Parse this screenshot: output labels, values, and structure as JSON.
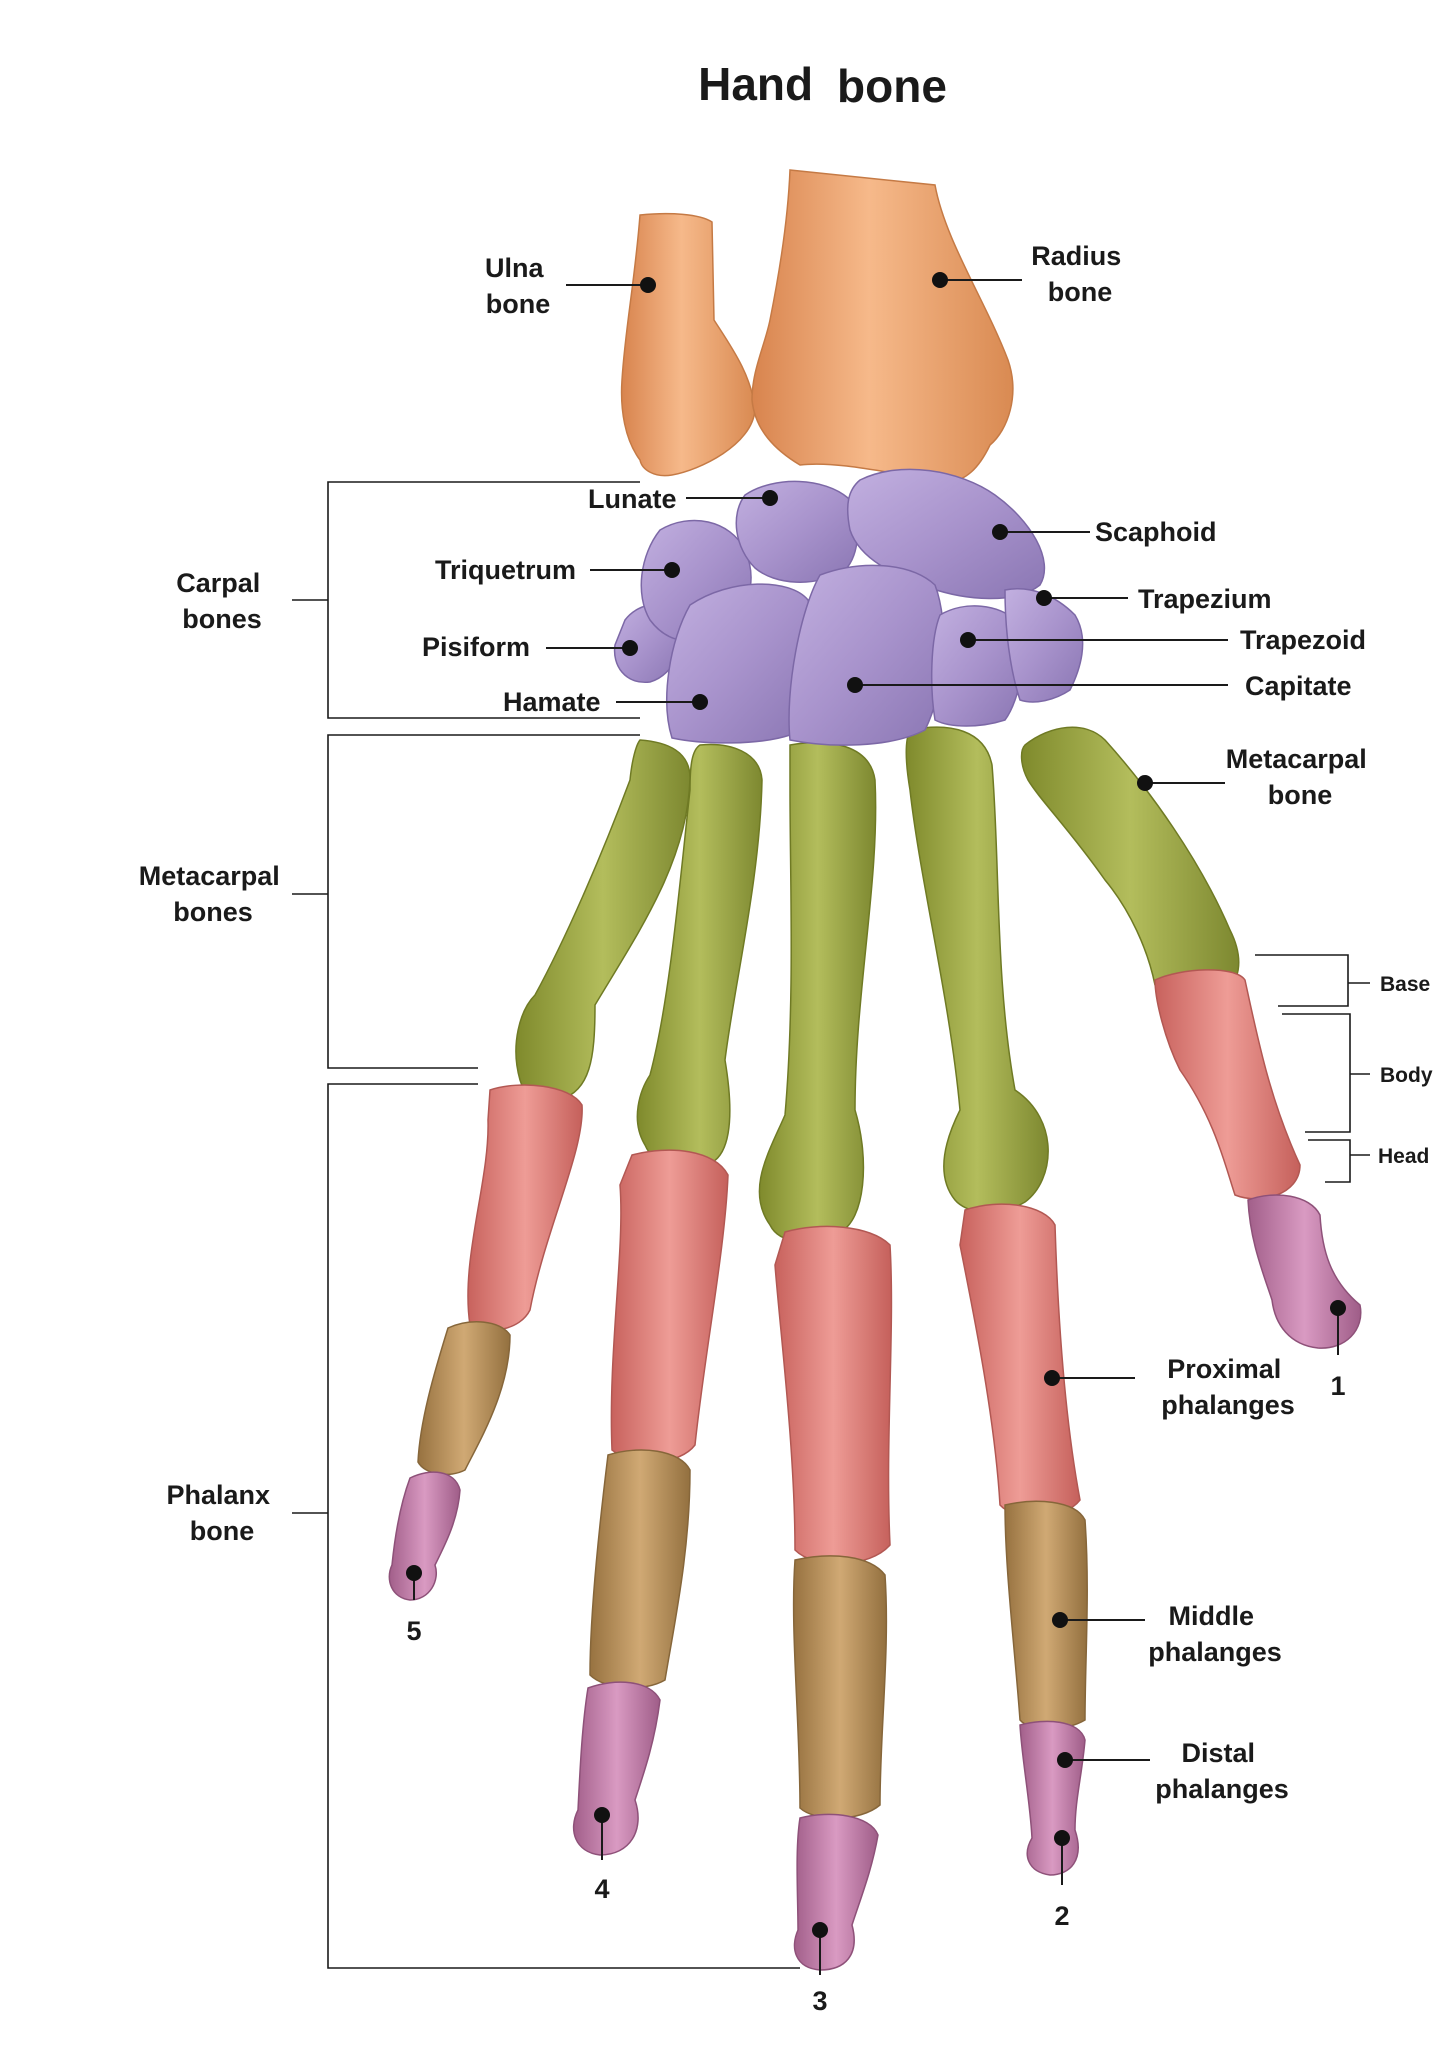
{
  "title": [
    "Hand",
    "bone"
  ],
  "colors": {
    "forearm": "#eca06a",
    "carpal": "#a994cc",
    "metacarpal": "#9aa443",
    "proximal": "#e0817c",
    "middle": "#b7915a",
    "distal": "#c27fa8"
  },
  "labels": {
    "ulna": [
      "Ulna",
      "bone"
    ],
    "radius": [
      "Radius",
      "bone"
    ],
    "lunate": "Lunate",
    "scaphoid": "Scaphoid",
    "triquetrum": "Triquetrum",
    "trapezium": "Trapezium",
    "pisiform": "Pisiform",
    "trapezoid": "Trapezoid",
    "hamate": "Hamate",
    "capitate": "Capitate",
    "metacarpal_bone": [
      "Metacarpal",
      "bone"
    ],
    "base": "Base",
    "body": "Body",
    "head": "Head",
    "proximal": [
      "Proximal",
      "phalanges"
    ],
    "middle": [
      "Middle",
      "phalanges"
    ],
    "distal": [
      "Distal",
      "phalanges"
    ]
  },
  "groups": {
    "carpal": [
      "Carpal",
      "bones"
    ],
    "metacarpal": [
      "Metacarpal",
      "bones"
    ],
    "phalanx": [
      "Phalanx",
      "bone"
    ]
  },
  "digits": [
    "1",
    "2",
    "3",
    "4",
    "5"
  ]
}
